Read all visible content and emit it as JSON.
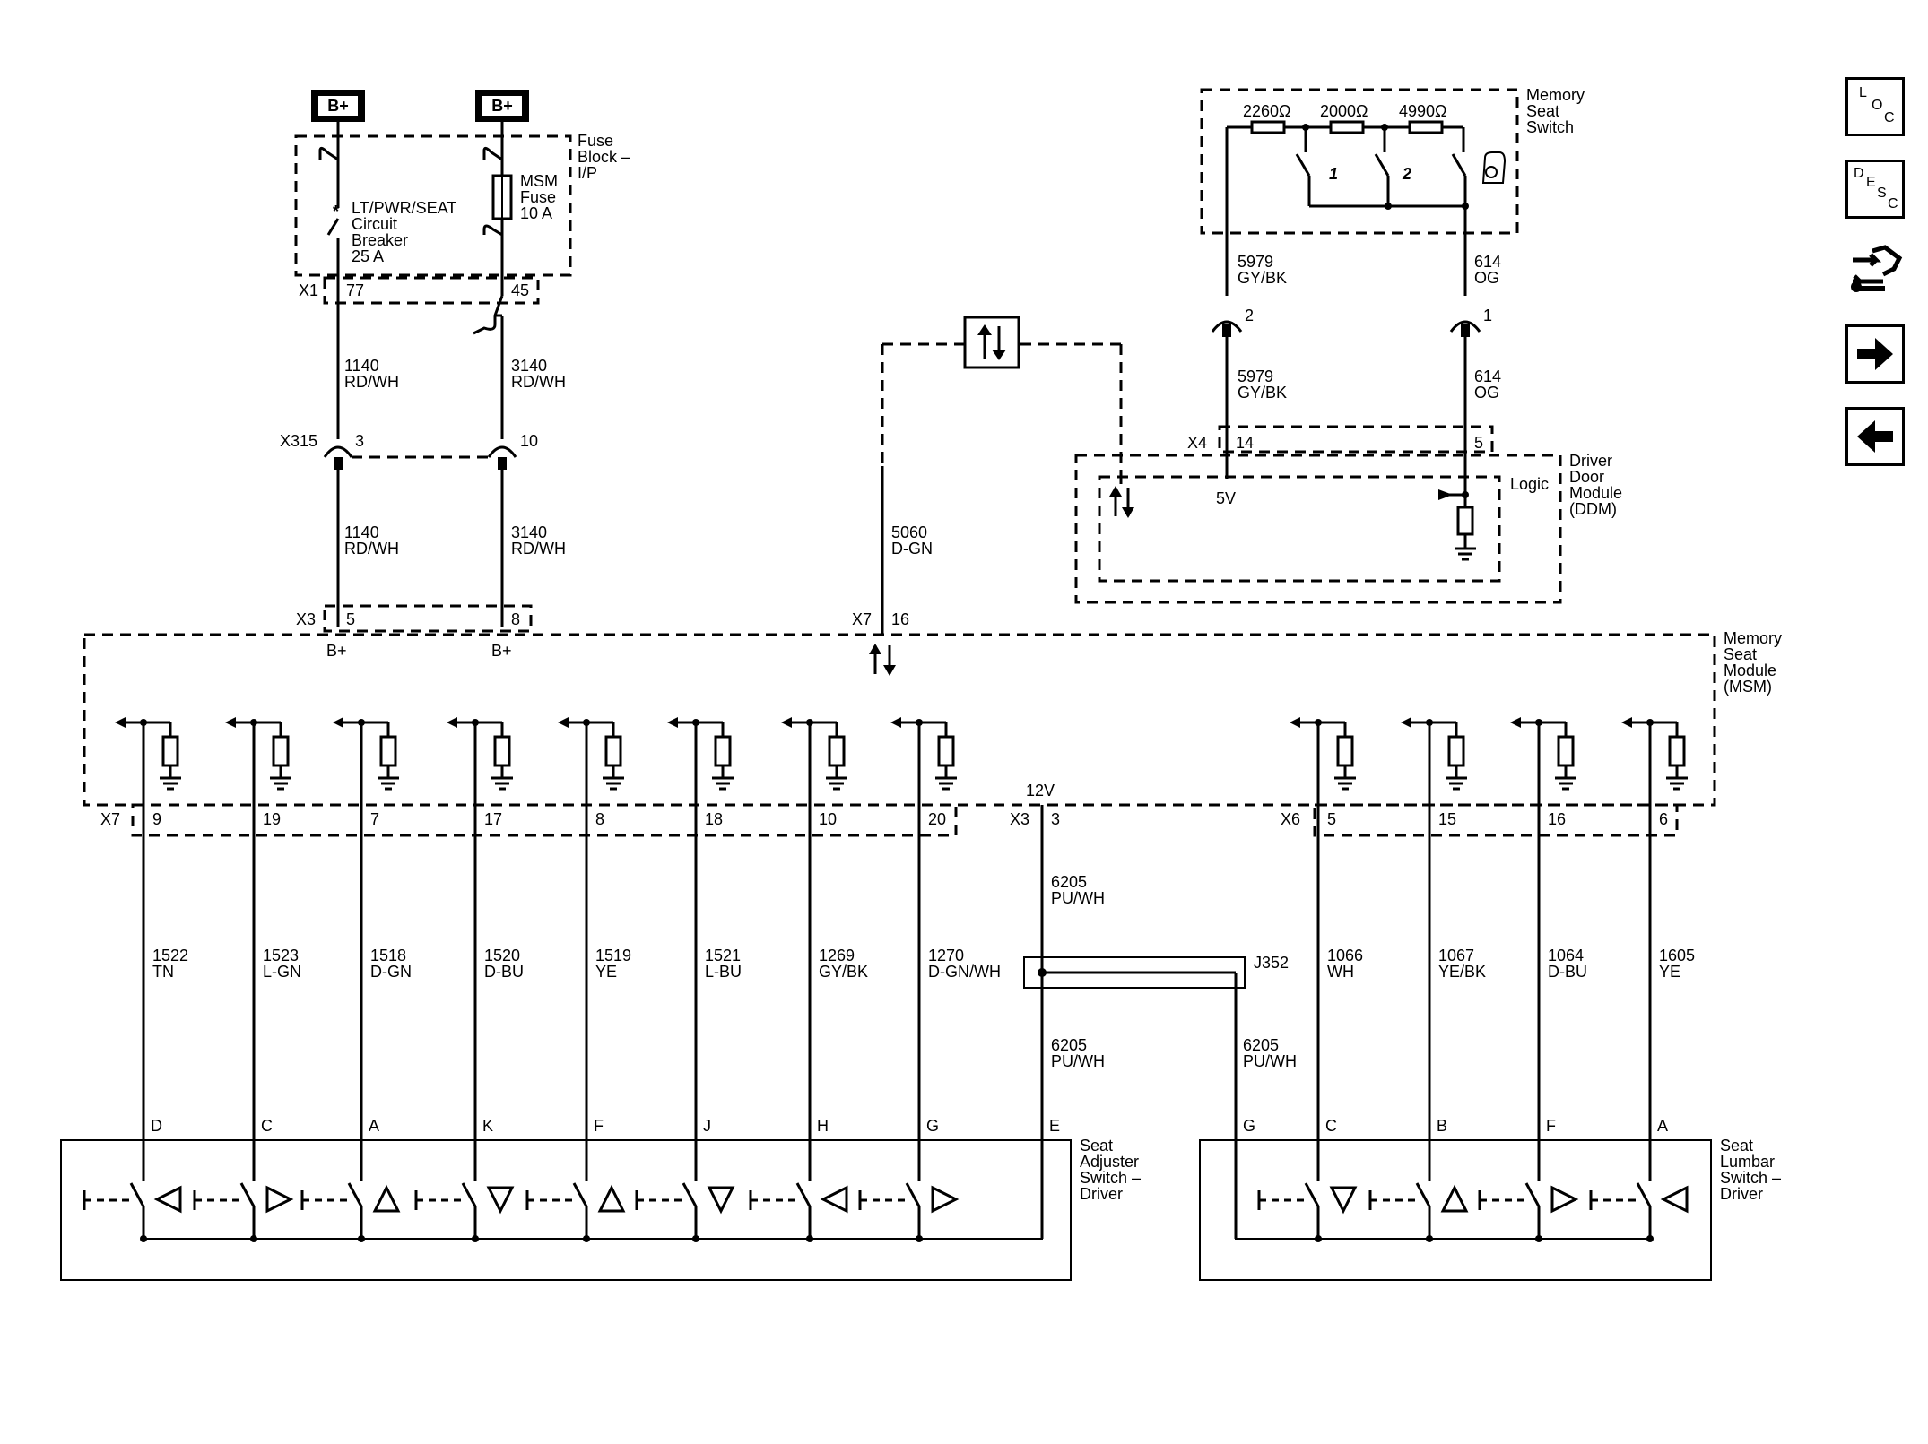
{
  "nav": {
    "loc": [
      "L",
      "O",
      "C"
    ],
    "desc": [
      "D",
      "E",
      "S",
      "C"
    ],
    "icons": [
      "schematic-tool-icon",
      "arrow-right-icon",
      "arrow-left-icon"
    ]
  },
  "power": {
    "bplus1": "B+",
    "bplus2": "B+"
  },
  "fuse_block": {
    "title": [
      "Fuse",
      "Block –",
      "I/P"
    ],
    "breaker": [
      "LT/PWR/SEAT",
      "Circuit",
      "Breaker",
      "25 A"
    ],
    "fuse": [
      "MSM",
      "Fuse",
      "10 A"
    ],
    "conn": "X1",
    "pin_a": "77",
    "pin_b": "45"
  },
  "wires_top": {
    "w1": [
      "1140",
      "RD/WH"
    ],
    "w2": [
      "3140",
      "RD/WH"
    ],
    "x315": "X315",
    "x315_a": "3",
    "x315_b": "10",
    "w3": [
      "1140",
      "RD/WH"
    ],
    "w4": [
      "3140",
      "RD/WH"
    ],
    "x3": "X3",
    "x3_a": "5",
    "x3_b": "8",
    "bp_a": "B+",
    "bp_b": "B+"
  },
  "data_link": {
    "wire": [
      "5060",
      "D-GN"
    ],
    "conn": "X7",
    "pin": "16"
  },
  "memory_switch": {
    "title": [
      "Memory",
      "Seat",
      "Switch"
    ],
    "r1": "2260Ω",
    "r2": "2000Ω",
    "r3": "4990Ω",
    "b1": "1",
    "b2": "2",
    "w1": [
      "5979",
      "GY/BK"
    ],
    "w2": [
      "614",
      "OG"
    ],
    "p1": "2",
    "p2": "1",
    "w3": [
      "5979",
      "GY/BK"
    ],
    "w4": [
      "614",
      "OG"
    ]
  },
  "ddm": {
    "title": [
      "Driver",
      "Door",
      "Module",
      "(DDM)"
    ],
    "logic": "Logic",
    "conn": "X4",
    "pin_a": "14",
    "pin_b": "5",
    "v5": "5V"
  },
  "msm": {
    "title": [
      "Memory",
      "Seat",
      "Module",
      "(MSM)"
    ],
    "x7": "X7",
    "x3": "X3",
    "x6": "X6",
    "v12": "12V",
    "x3_pin": "3"
  },
  "adjuster_wires": [
    {
      "pin": "9",
      "circuit": "1522",
      "color": "TN",
      "letter": "D",
      "sym": "left"
    },
    {
      "pin": "19",
      "circuit": "1523",
      "color": "L-GN",
      "letter": "C",
      "sym": "right"
    },
    {
      "pin": "7",
      "circuit": "1518",
      "color": "D-GN",
      "letter": "A",
      "sym": "up"
    },
    {
      "pin": "17",
      "circuit": "1520",
      "color": "D-BU",
      "letter": "K",
      "sym": "down"
    },
    {
      "pin": "8",
      "circuit": "1519",
      "color": "YE",
      "letter": "F",
      "sym": "up"
    },
    {
      "pin": "18",
      "circuit": "1521",
      "color": "L-BU",
      "letter": "J",
      "sym": "down"
    },
    {
      "pin": "10",
      "circuit": "1269",
      "color": "GY/BK",
      "letter": "H",
      "sym": "left"
    },
    {
      "pin": "20",
      "circuit": "1270",
      "color": "D-GN/WH",
      "letter": "G",
      "sym": "right"
    }
  ],
  "lumbar_wires": [
    {
      "pin": "5",
      "circuit": "1066",
      "color": "WH",
      "letter": "C",
      "sym": "down"
    },
    {
      "pin": "15",
      "circuit": "1067",
      "color": "YE/BK",
      "letter": "B",
      "sym": "up"
    },
    {
      "pin": "16",
      "circuit": "1064",
      "color": "D-BU",
      "letter": "F",
      "sym": "right"
    },
    {
      "pin": "6",
      "circuit": "1605",
      "color": "YE",
      "letter": "A",
      "sym": "left"
    }
  ],
  "ground_wire": {
    "top": [
      "6205",
      "PU/WH"
    ],
    "splice": "J352",
    "left": [
      "6205",
      "PU/WH"
    ],
    "right": [
      "6205",
      "PU/WH"
    ],
    "left_pin": "E",
    "right_pin": "G"
  },
  "seat_adjuster": {
    "title": [
      "Seat",
      "Adjuster",
      "Switch –",
      "Driver"
    ]
  },
  "seat_lumbar": {
    "title": [
      "Seat",
      "Lumbar",
      "Switch –",
      "Driver"
    ]
  }
}
